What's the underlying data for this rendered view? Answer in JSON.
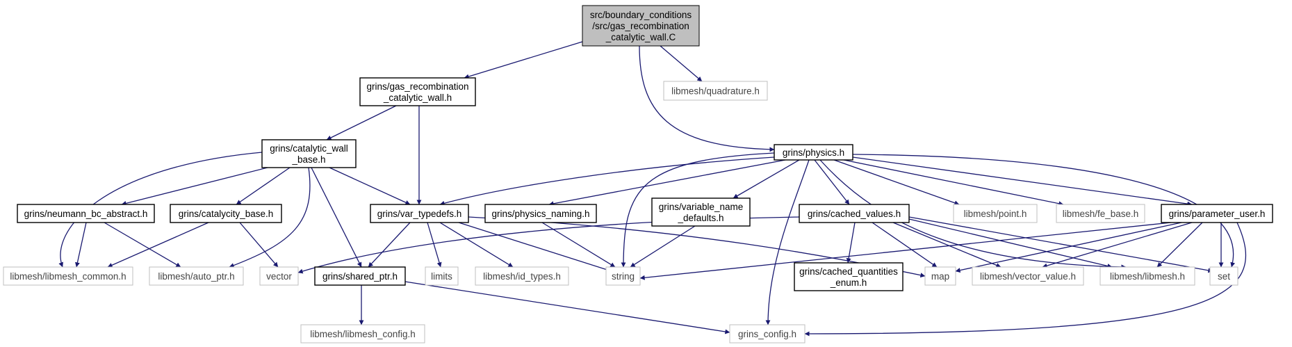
{
  "nodes": {
    "root": {
      "lines": [
        "src/boundary_conditions",
        "/src/gas_recombination",
        "_catalytic_wall.C"
      ],
      "style": "root"
    },
    "gas_rec_h": {
      "lines": [
        "grins/gas_recombination",
        "_catalytic_wall.h"
      ],
      "style": "int"
    },
    "quadrature": {
      "lines": [
        "libmesh/quadrature.h"
      ],
      "style": "ext"
    },
    "catalytic_wall_base": {
      "lines": [
        "grins/catalytic_wall",
        "_base.h"
      ],
      "style": "int"
    },
    "physics": {
      "lines": [
        "grins/physics.h"
      ],
      "style": "int"
    },
    "neumann": {
      "lines": [
        "grins/neumann_bc_abstract.h"
      ],
      "style": "int"
    },
    "catalycity": {
      "lines": [
        "grins/catalycity_base.h"
      ],
      "style": "int"
    },
    "var_typedefs": {
      "lines": [
        "grins/var_typedefs.h"
      ],
      "style": "int"
    },
    "physics_naming": {
      "lines": [
        "grins/physics_naming.h"
      ],
      "style": "int"
    },
    "variable_name_defaults": {
      "lines": [
        "grins/variable_name",
        "_defaults.h"
      ],
      "style": "int"
    },
    "cached_values": {
      "lines": [
        "grins/cached_values.h"
      ],
      "style": "int"
    },
    "point": {
      "lines": [
        "libmesh/point.h"
      ],
      "style": "ext"
    },
    "fe_base": {
      "lines": [
        "libmesh/fe_base.h"
      ],
      "style": "ext"
    },
    "parameter_user": {
      "lines": [
        "grins/parameter_user.h"
      ],
      "style": "int"
    },
    "libmesh_common": {
      "lines": [
        "libmesh/libmesh_common.h"
      ],
      "style": "ext"
    },
    "auto_ptr": {
      "lines": [
        "libmesh/auto_ptr.h"
      ],
      "style": "ext"
    },
    "vector": {
      "lines": [
        "vector"
      ],
      "style": "ext"
    },
    "shared_ptr": {
      "lines": [
        "grins/shared_ptr.h"
      ],
      "style": "int"
    },
    "limits": {
      "lines": [
        "limits"
      ],
      "style": "ext"
    },
    "id_types": {
      "lines": [
        "libmesh/id_types.h"
      ],
      "style": "ext"
    },
    "string": {
      "lines": [
        "string"
      ],
      "style": "ext"
    },
    "cached_quantities": {
      "lines": [
        "grins/cached_quantities",
        "_enum.h"
      ],
      "style": "int"
    },
    "map": {
      "lines": [
        "map"
      ],
      "style": "ext"
    },
    "vector_value": {
      "lines": [
        "libmesh/vector_value.h"
      ],
      "style": "ext"
    },
    "libmesh_h": {
      "lines": [
        "libmesh/libmesh.h"
      ],
      "style": "ext"
    },
    "set": {
      "lines": [
        "set"
      ],
      "style": "ext"
    },
    "libmesh_config": {
      "lines": [
        "libmesh/libmesh_config.h"
      ],
      "style": "ext"
    },
    "grins_config": {
      "lines": [
        "grins_config.h"
      ],
      "style": "ext"
    }
  },
  "edges": [
    [
      "root",
      "gas_rec_h"
    ],
    [
      "root",
      "quadrature"
    ],
    [
      "root",
      "physics"
    ],
    [
      "gas_rec_h",
      "catalytic_wall_base"
    ],
    [
      "gas_rec_h",
      "var_typedefs"
    ],
    [
      "catalytic_wall_base",
      "neumann"
    ],
    [
      "catalytic_wall_base",
      "catalycity"
    ],
    [
      "catalytic_wall_base",
      "var_typedefs"
    ],
    [
      "catalytic_wall_base",
      "libmesh_common"
    ],
    [
      "catalytic_wall_base",
      "auto_ptr"
    ],
    [
      "catalytic_wall_base",
      "shared_ptr"
    ],
    [
      "physics",
      "var_typedefs"
    ],
    [
      "physics",
      "physics_naming"
    ],
    [
      "physics",
      "variable_name_defaults"
    ],
    [
      "physics",
      "cached_values"
    ],
    [
      "physics",
      "point"
    ],
    [
      "physics",
      "fe_base"
    ],
    [
      "physics",
      "parameter_user"
    ],
    [
      "physics",
      "string"
    ],
    [
      "physics",
      "grins_config"
    ],
    [
      "physics",
      "libmesh_h"
    ],
    [
      "physics",
      "set"
    ],
    [
      "neumann",
      "libmesh_common"
    ],
    [
      "neumann",
      "auto_ptr"
    ],
    [
      "catalycity",
      "libmesh_common"
    ],
    [
      "catalycity",
      "vector"
    ],
    [
      "var_typedefs",
      "shared_ptr"
    ],
    [
      "var_typedefs",
      "limits"
    ],
    [
      "var_typedefs",
      "id_types"
    ],
    [
      "var_typedefs",
      "string"
    ],
    [
      "var_typedefs",
      "map"
    ],
    [
      "physics_naming",
      "string"
    ],
    [
      "variable_name_defaults",
      "string"
    ],
    [
      "cached_values",
      "vector"
    ],
    [
      "cached_values",
      "cached_quantities"
    ],
    [
      "cached_values",
      "map"
    ],
    [
      "cached_values",
      "vector_value"
    ],
    [
      "cached_values",
      "libmesh_h"
    ],
    [
      "cached_values",
      "set"
    ],
    [
      "parameter_user",
      "string"
    ],
    [
      "parameter_user",
      "map"
    ],
    [
      "parameter_user",
      "vector_value"
    ],
    [
      "parameter_user",
      "libmesh_h"
    ],
    [
      "parameter_user",
      "set"
    ],
    [
      "parameter_user",
      "grins_config"
    ],
    [
      "shared_ptr",
      "libmesh_config"
    ],
    [
      "shared_ptr",
      "grins_config"
    ]
  ]
}
